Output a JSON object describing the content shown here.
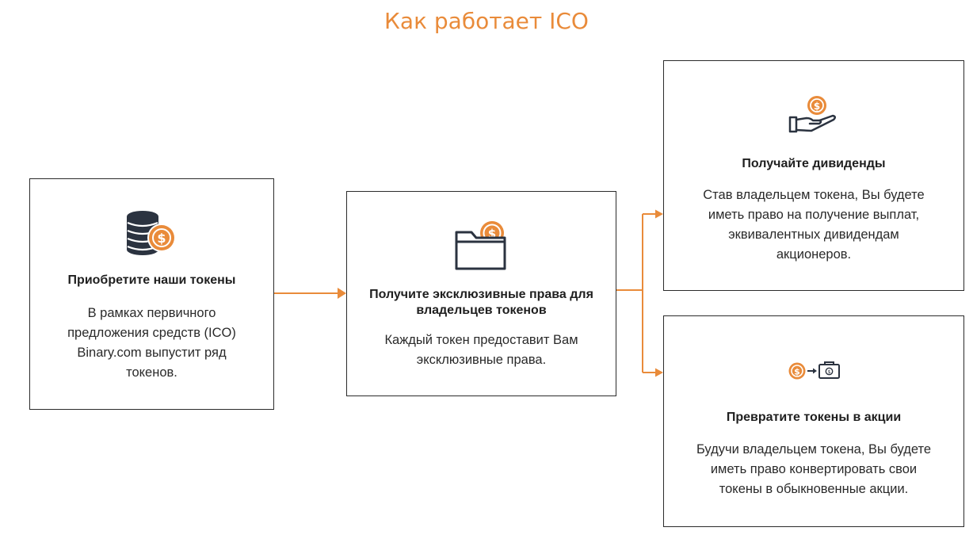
{
  "title": "Как работает ICO",
  "colors": {
    "accent": "#e98b3a",
    "ink": "#2b3340",
    "border": "#2b2b2b"
  },
  "steps": [
    {
      "icon": "coins-stack-icon",
      "heading": "Приобретите наши токены",
      "body": [
        "В рамках первичного",
        "предложения средств (ICO)",
        "Binary.com выпустит ряд",
        "токенов."
      ]
    },
    {
      "icon": "folder-dollar-icon",
      "heading": [
        "Получите эксклюзивные права для",
        "владельцев токенов"
      ],
      "body": [
        "Каждый токен предоставит Вам",
        "эксклюзивные права."
      ]
    },
    {
      "icon": "hand-coin-icon",
      "heading": "Получайте дивиденды",
      "body": [
        "Став владельцем токена, Вы будете",
        "иметь право на получение выплат,",
        "эквивалентных дивидендам",
        "акционеров."
      ]
    },
    {
      "icon": "dollar-to-stock-icon",
      "heading": "Превратите токены в акции",
      "body": [
        "Будучи владельцем токена, Вы будете",
        "иметь право конвертировать свои",
        "токены в обыкновенные акции."
      ]
    }
  ]
}
